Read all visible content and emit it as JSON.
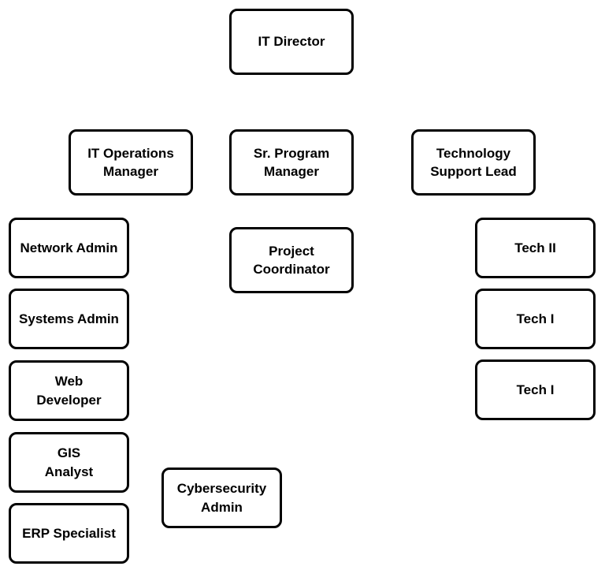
{
  "nodes": {
    "it_director": "IT Director",
    "it_operations_manager": "IT Operations\nManager",
    "sr_program_manager": "Sr. Program\nManager",
    "technology_support_lead": "Technology\nSupport Lead",
    "network_admin": "Network Admin",
    "systems_admin": "Systems Admin",
    "web_developer": "Web\nDeveloper",
    "gis_analyst": "GIS\nAnalyst",
    "erp_specialist": "ERP Specialist",
    "project_coordinator": "Project\nCoordinator",
    "cybersecurity_admin": "Cybersecurity\nAdmin",
    "tech_ii": "Tech II",
    "tech_i_1": "Tech I",
    "tech_i_2": "Tech I"
  },
  "colors": {
    "border": "#000000",
    "background": "#ffffff",
    "text": "#000000"
  }
}
